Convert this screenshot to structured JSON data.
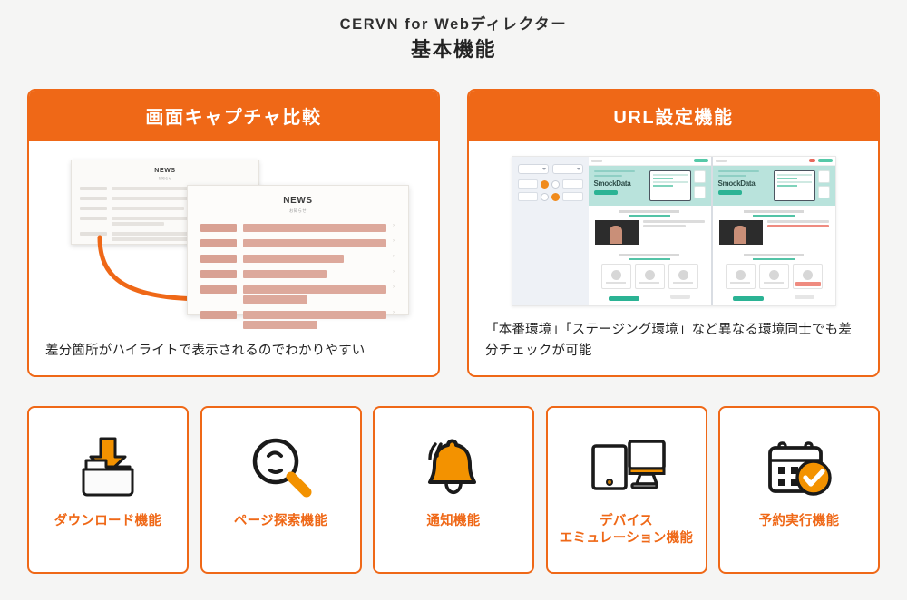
{
  "header": {
    "title": "CERVN for Webディレクター",
    "subtitle": "基本機能"
  },
  "top_cards": [
    {
      "id": "screen-capture-compare",
      "heading": "画面キャプチャ比較",
      "caption": "差分箇所がハイライトで表示されるのでわかりやすい",
      "illustration": {
        "kind": "two-overlapping-page-mockups-with-arrow",
        "mock_title": "NEWS",
        "mock_subtitle": "お知らせ",
        "arrow_color": "#ef6817",
        "highlight_color": "#dda99c"
      }
    },
    {
      "id": "url-setting",
      "heading": "URL設定機能",
      "caption": "「本番環境」「ステージング環境」など異なる環境同士でも差分チェックが可能",
      "illustration": {
        "kind": "side-by-side-comparison-app-screenshot",
        "brand_text": "SmockData",
        "accent_color": "#2bb394",
        "diff_color": "#ef8b80",
        "radio_on_color": "#f08b1d"
      }
    }
  ],
  "features": [
    {
      "id": "download",
      "label": "ダウンロード機能",
      "icon": "download-folder-icon"
    },
    {
      "id": "page-search",
      "label": "ページ探索機能",
      "icon": "magnifier-face-icon"
    },
    {
      "id": "notification",
      "label": "通知機能",
      "icon": "bell-icon"
    },
    {
      "id": "device-emulation",
      "label": "デバイス\nエミュレーション機能",
      "icon": "devices-icon"
    },
    {
      "id": "scheduled-run",
      "label": "予約実行機能",
      "icon": "calendar-check-icon"
    }
  ],
  "colors": {
    "background": "#f5f5f4",
    "accent_orange": "#ef6817",
    "icon_orange": "#f39200",
    "text_dark": "#232323",
    "card_white": "#ffffff"
  }
}
